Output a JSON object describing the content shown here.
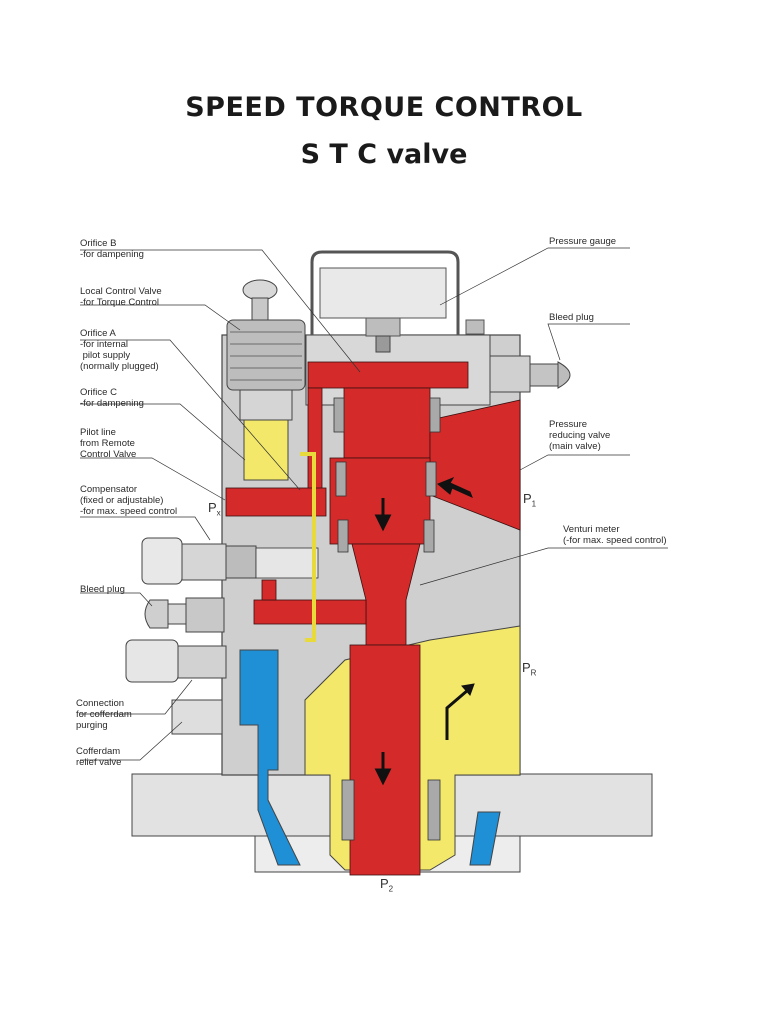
{
  "title": "SPEED TORQUE CONTROL",
  "subtitle": "S T C valve",
  "labels_left": {
    "orifice_b": "Orifice B\n-for dampening",
    "local_control": "Local Control Valve\n-for Torque Control",
    "orifice_a": "Orifice A\n-for internal\n pilot supply\n(normally plugged)",
    "orifice_c": "Orifice C\n-for dampening",
    "pilot_line": "Pilot line\nfrom Remote\nControl Valve",
    "compensator": "Compensator\n(fixed or adjustable)\n-for max. speed control",
    "bleed_plug_left": "Bleed plug",
    "cofferdam_connection": "Connection\nfor cofferdam\npurging",
    "cofferdam_relief": "Cofferdam\nrelief valve"
  },
  "labels_right": {
    "pressure_gauge": "Pressure gauge",
    "bleed_plug_right": "Bleed plug",
    "pressure_reducing": "Pressure\nreducing valve\n(main valve)",
    "venturi": "Venturi meter\n(-for max. speed control)"
  },
  "ports": {
    "px": {
      "main": "P",
      "sub": "x"
    },
    "p1": {
      "main": "P",
      "sub": "1"
    },
    "pr": {
      "main": "P",
      "sub": "R"
    },
    "p2": {
      "main": "P",
      "sub": "2"
    }
  },
  "colors": {
    "supply_red": "#d42a2a",
    "return_yellow": "#f3e86a",
    "cofferdam_blue": "#1f8fd6",
    "body_gray": "#cfcfcf"
  }
}
